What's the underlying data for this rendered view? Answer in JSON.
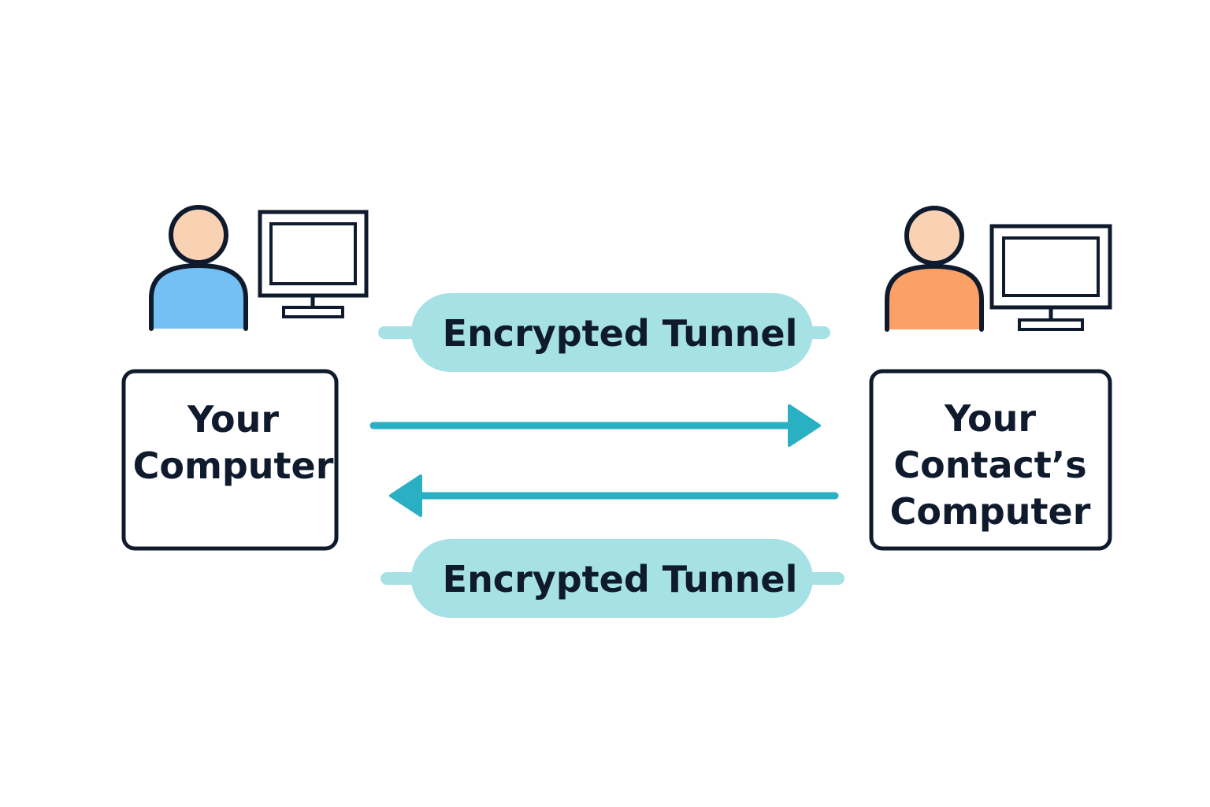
{
  "nodes": {
    "left": {
      "label_lines": [
        "Your",
        "Computer"
      ],
      "person_color": "#74c0f4"
    },
    "right": {
      "label_lines": [
        "Your",
        "Contact’s",
        "Computer"
      ],
      "person_color": "#fba066"
    }
  },
  "tunnels": {
    "top_label": "Encrypted Tunnel",
    "bottom_label": "Encrypted Tunnel"
  },
  "colors": {
    "outline": "#0f1b2d",
    "skin": "#f9d2b4",
    "tunnel_fill": "#a6e1e6",
    "arrow": "#29b0c2"
  },
  "icons": {
    "person": "person-icon",
    "monitor": "monitor-icon",
    "arrow_right": "arrow-right-icon",
    "arrow_left": "arrow-left-icon"
  }
}
